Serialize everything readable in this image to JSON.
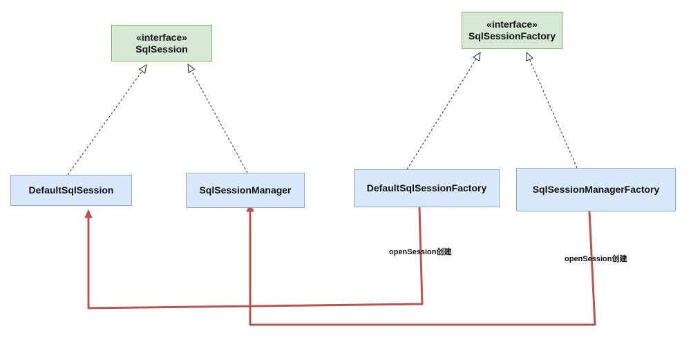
{
  "diagram": {
    "interfaces": [
      {
        "id": "sqlsession",
        "stereotype": "«interface»",
        "name": "SqlSession"
      },
      {
        "id": "sqlsessionfactory",
        "stereotype": "«interface»",
        "name": "SqlSessionFactory"
      }
    ],
    "classes": [
      {
        "id": "defaultsqlsession",
        "name": "DefaultSqlSession"
      },
      {
        "id": "sqlsessionmanager",
        "name": "SqlSessionManager"
      },
      {
        "id": "defaultsqlsessionfactory",
        "name": "DefaultSqlSessionFactory"
      },
      {
        "id": "sqlsessionmanagerfactory",
        "name": "SqlSessionManagerFactory"
      }
    ],
    "create_labels": [
      {
        "id": "label1",
        "text": "openSession创建"
      },
      {
        "id": "label2",
        "text": "openSession创建"
      }
    ],
    "colors": {
      "interface_fill": "#d5e8d4",
      "interface_border": "#82b366",
      "class_fill": "#dae8fc",
      "class_border": "#8fa8cf",
      "realization_line": "#222222",
      "create_line": "#b85450"
    }
  }
}
